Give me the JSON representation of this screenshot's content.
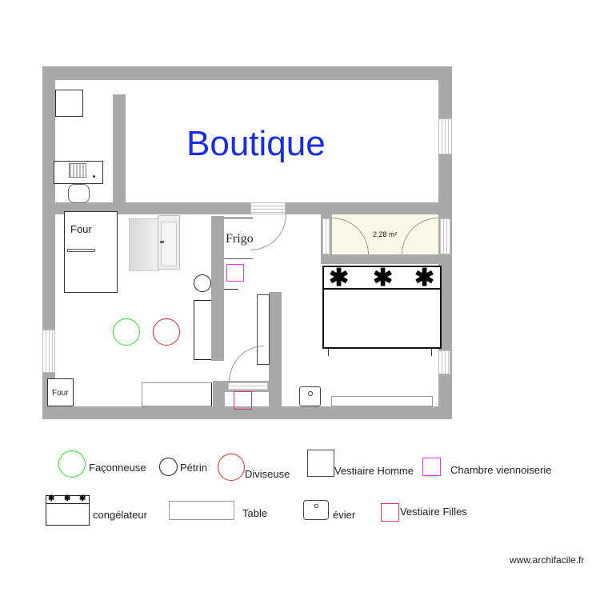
{
  "plan": {
    "rooms": {
      "boutique": {
        "label": "Boutique",
        "color": "#1a2ee0"
      },
      "small_room": {
        "area": "2,28 m²",
        "fill": "#fbf8e6"
      }
    },
    "fixtures": {
      "four_main": "Four",
      "four_small": "Four",
      "frigo": "Frigo"
    }
  },
  "legend": {
    "items": [
      {
        "label": "Façonneuse",
        "symbol": "circle",
        "color": "#2bd82b"
      },
      {
        "label": "Pétrin",
        "symbol": "circle",
        "color": "#222222"
      },
      {
        "label": "Diviseuse",
        "symbol": "circle",
        "color": "#d42a2a"
      },
      {
        "label": "Vestiaire Homme",
        "symbol": "square",
        "color": "#333333"
      },
      {
        "label": "Chambre viennoiserie",
        "symbol": "square",
        "color": "#e040e0"
      },
      {
        "label": "congélateur",
        "symbol": "freezer",
        "color": "#000000"
      },
      {
        "label": "Table",
        "symbol": "rectangle",
        "color": "#999999"
      },
      {
        "label": "évier",
        "symbol": "sink",
        "color": "#444444"
      },
      {
        "label": "Vestiaire Filles",
        "symbol": "square",
        "color": "#d0407a"
      }
    ]
  },
  "footer": {
    "watermark": "www.archifacile.fr"
  }
}
